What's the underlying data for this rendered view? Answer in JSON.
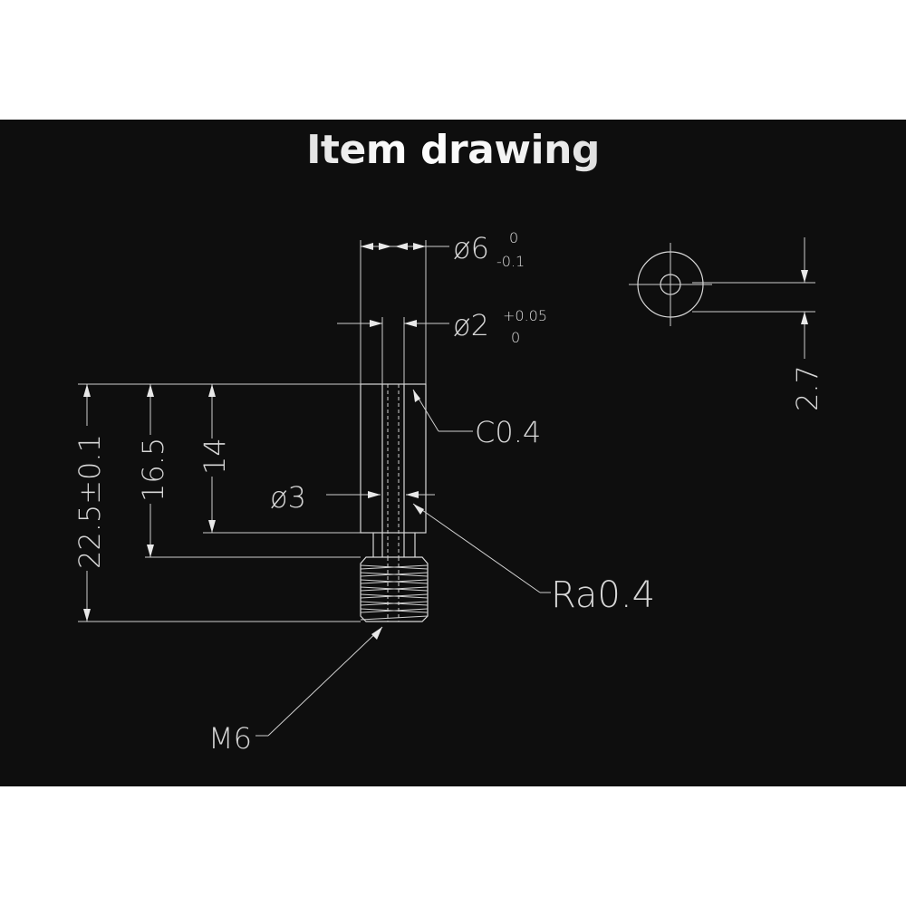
{
  "title": "Item drawing",
  "labels": {
    "od_main": "ø6",
    "od_tol_upper": "0",
    "od_tol_lower": "-0.1",
    "bore_main": "ø2",
    "bore_tol_upper": "+0.05",
    "bore_tol_lower": "0",
    "chamfer": "C0.4",
    "roughness": "Ra0.4",
    "thread": "M6",
    "inner_dia": "ø3",
    "len_total": "22.5±0.1",
    "len_mid": "16.5",
    "len_short": "14",
    "end_view_dim": "2.7"
  },
  "colors": {
    "background": "#0e0e0e",
    "line": "#d8d8d8",
    "page": "#ffffff"
  }
}
